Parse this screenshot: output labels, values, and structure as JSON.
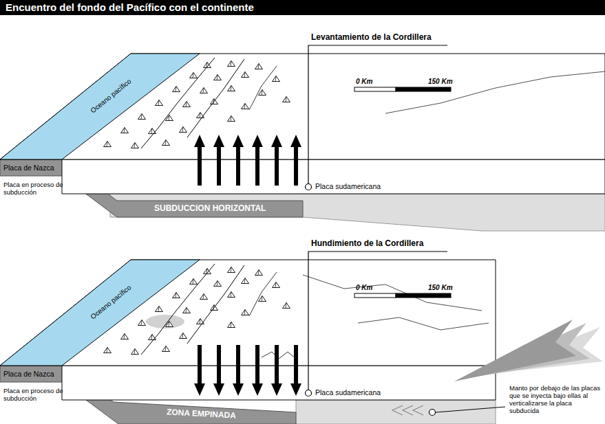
{
  "diagram": {
    "title": "Encuentro del fondo del Pacífico con el continente",
    "labels": [
      "Levantamiento de la Cordillera",
      "Oceano pacífico",
      "0 Km",
      "150 Km",
      "Placa de Nazca",
      "Placa en proceso de subducción",
      "Placa sudamericana",
      "SUBDUCCION HORIZONTAL",
      "Hundimiento de la Cordillera",
      "Oceano pacífico",
      "0 Km",
      "150 Km",
      "Placa de Nazca",
      "Placa en proceso de subducción",
      "Placa sudamericana",
      "ZONA EMPINADA",
      "Manto por debajo de las placas que se inyecta bajo ellas al verticalizarse la placa subducida"
    ]
  }
}
